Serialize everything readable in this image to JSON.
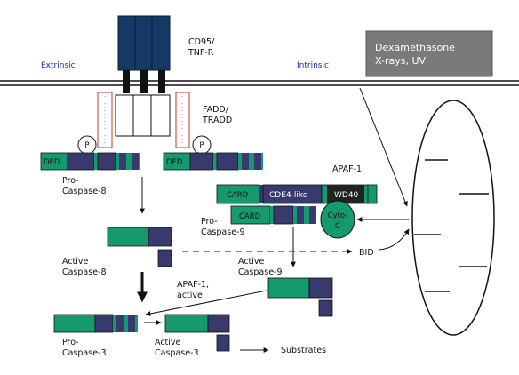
{
  "membrane": {
    "extrinsic_label": "Extrinsic",
    "intrinsic_label": "Intrinsic"
  },
  "receptor": {
    "line1": "CD95/",
    "line2": "TNF-R"
  },
  "adaptor": {
    "line1": "FADD/",
    "line2": "TRADD",
    "p_label": "P",
    "ded_label": "DED"
  },
  "stimulus_box": {
    "line1": "Dexamethasone",
    "line2": "X-rays, UV"
  },
  "procaspase8": {
    "line1": "Pro-",
    "line2": "Caspase-8"
  },
  "apaf1": {
    "title": "APAF-1",
    "card_label": "CARD",
    "cde4_label": "CDE4-like",
    "wd40_label": "WD40"
  },
  "procaspase9": {
    "card_label": "CARD",
    "line1": "Pro-",
    "line2": "Caspase-9"
  },
  "cytoc": {
    "line1": "Cyto-",
    "line2": "C"
  },
  "bid_label": "BID",
  "active_caspase8": {
    "line1": "Active",
    "line2": "Caspase-8"
  },
  "active_caspase9": {
    "line1": "Active",
    "line2": "Caspase-9"
  },
  "apaf1_active": {
    "line1": "APAF-1,",
    "line2": "active"
  },
  "procaspase3": {
    "line1": "Pro-",
    "line2": "Caspase-3"
  },
  "active_caspase3": {
    "line1": "Active",
    "line2": "Caspase-3"
  },
  "substrates_label": "Substrates",
  "colors": {
    "green": "#149a6e",
    "navy": "#383a6e",
    "receptor_blue": "#163a66",
    "gray_box": "#7a7a7a",
    "red_outline": "#c0392b"
  }
}
